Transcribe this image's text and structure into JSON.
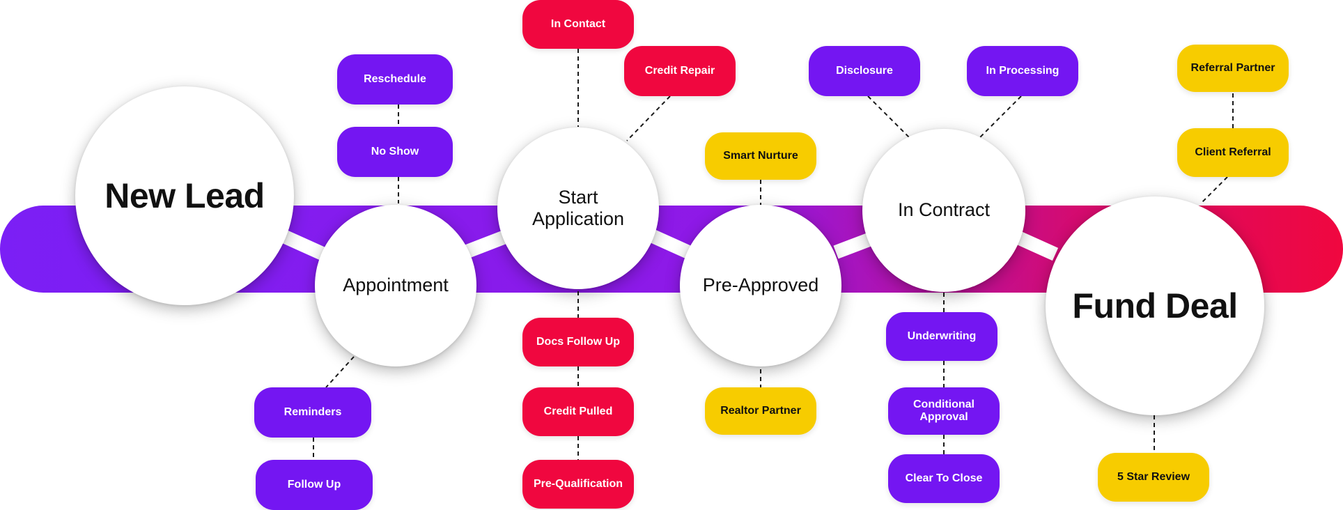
{
  "colors": {
    "purple": "#7416f2",
    "red": "#f0073f",
    "yellow": "#f7cc00",
    "band_start": "#7b1ff5",
    "band_mid": "#8f19e6",
    "band_end": "#f0073f"
  },
  "stages": {
    "new_lead": "New Lead",
    "appointment": "Appointment",
    "start_application": "Start\nApplication",
    "pre_approved": "Pre-Approved",
    "in_contract": "In Contract",
    "fund_deal": "Fund Deal"
  },
  "tags": {
    "reschedule": "Reschedule",
    "no_show": "No Show",
    "reminders": "Reminders",
    "follow_up": "Follow Up",
    "in_contact": "In Contact",
    "credit_repair": "Credit Repair",
    "docs_follow_up": "Docs Follow Up",
    "credit_pulled": "Credit Pulled",
    "pre_qualification": "Pre-Qualification",
    "smart_nurture": "Smart Nurture",
    "realtor_partner": "Realtor Partner",
    "disclosure": "Disclosure",
    "in_processing": "In Processing",
    "underwriting": "Underwriting",
    "conditional_approval": "Conditional\nApproval",
    "clear_to_close": "Clear To Close",
    "referral_partner": "Referral Partner",
    "client_referral": "Client Referral",
    "five_star_review": "5 Star Review"
  }
}
